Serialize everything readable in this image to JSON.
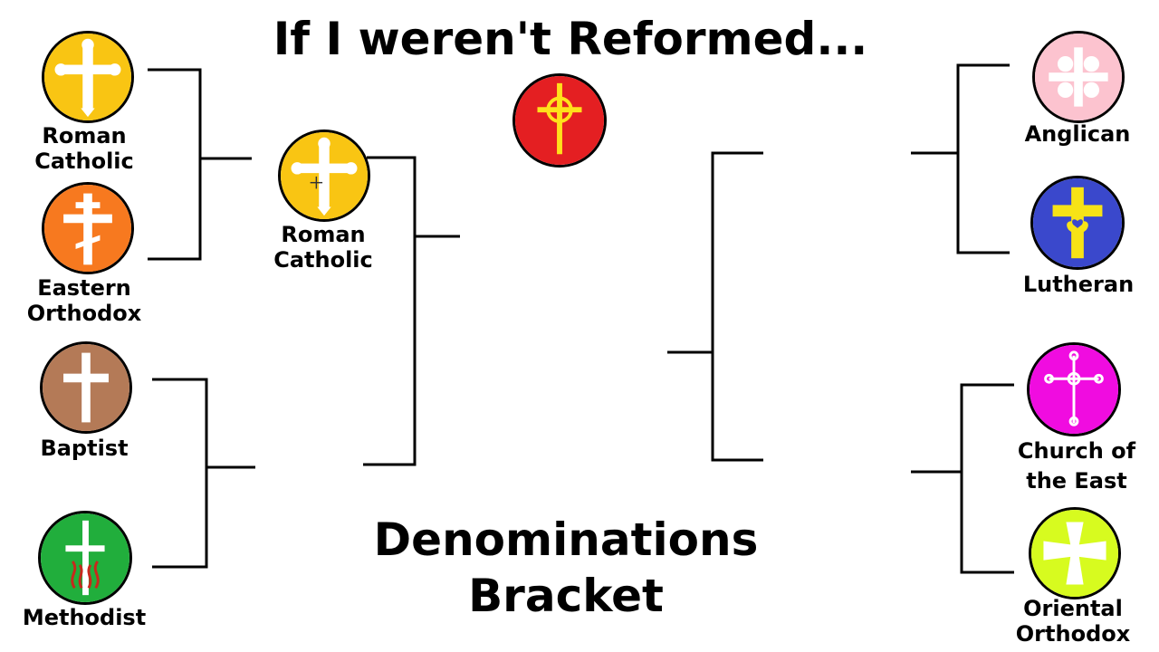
{
  "title": "If I weren't Reformed...",
  "subtitle": {
    "line1": "Denominations",
    "line2": "Bracket"
  },
  "entries": {
    "roman_catholic": {
      "line1": "Roman",
      "line2": "Catholic",
      "color": "#f9c513"
    },
    "eastern_orthodox": {
      "line1": "Eastern",
      "line2": "Orthodox",
      "color": "#f7791f"
    },
    "baptist": {
      "line1": "Baptist",
      "color": "#b47a57"
    },
    "methodist": {
      "line1": "Methodist",
      "color": "#21ae3c"
    },
    "anglican": {
      "line1": "Anglican",
      "color": "#fcc3cf"
    },
    "lutheran": {
      "line1": "Lutheran",
      "color": "#3a48cc"
    },
    "church_of_the_east": {
      "line1": "Church of",
      "line2": "the East",
      "color": "#f00ce0"
    },
    "oriental_orthodox": {
      "line1": "Oriental",
      "line2": "Orthodox",
      "color": "#d7fb1f"
    }
  },
  "round2": {
    "winner_left_top": {
      "line1": "Roman",
      "line2": "Catholic",
      "color": "#f9c513"
    }
  },
  "champion": {
    "color": "#e41f22",
    "cross_color": "#ffe01b"
  }
}
